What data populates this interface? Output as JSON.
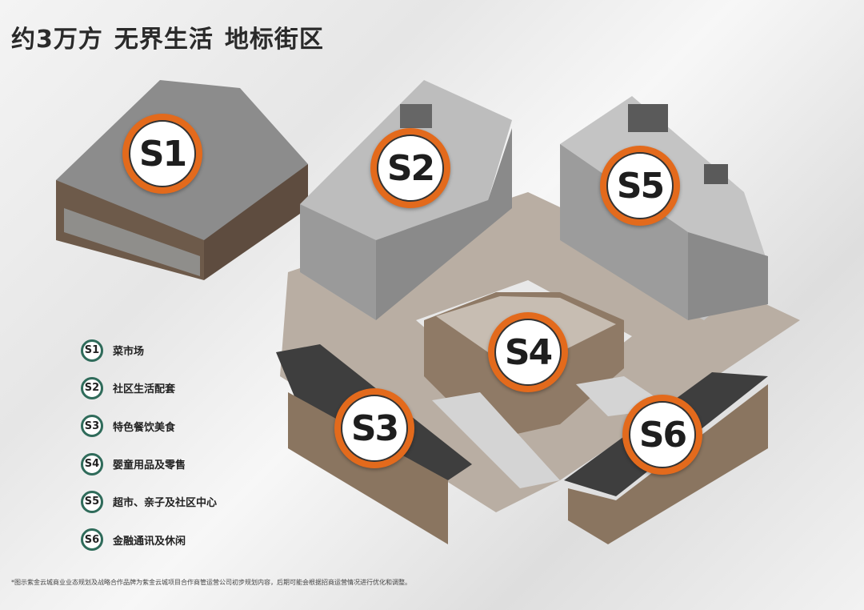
{
  "title": {
    "part1": "约3万方",
    "part2": "无界生活",
    "part3": "地标街区"
  },
  "colors": {
    "badge_ring": "#e36a1c",
    "legend_ring": "#2f6b5a"
  },
  "badges": [
    {
      "id": "S1"
    },
    {
      "id": "S2"
    },
    {
      "id": "S3"
    },
    {
      "id": "S4"
    },
    {
      "id": "S5"
    },
    {
      "id": "S6"
    }
  ],
  "legend": [
    {
      "code": "S1",
      "label": "菜市场"
    },
    {
      "code": "S2",
      "label": "社区生活配套"
    },
    {
      "code": "S3",
      "label": "特色餐饮美食"
    },
    {
      "code": "S4",
      "label": "婴童用品及零售"
    },
    {
      "code": "S5",
      "label": "超市、亲子及社区中心"
    },
    {
      "code": "S6",
      "label": "金融通讯及休闲"
    }
  ],
  "footnote": "*图示紫金云城商业业态规划及战略合作品牌为紫金云城项目合作商管运营公司初步规划内容，后期可能会根据招商运营情况进行优化和调整。"
}
